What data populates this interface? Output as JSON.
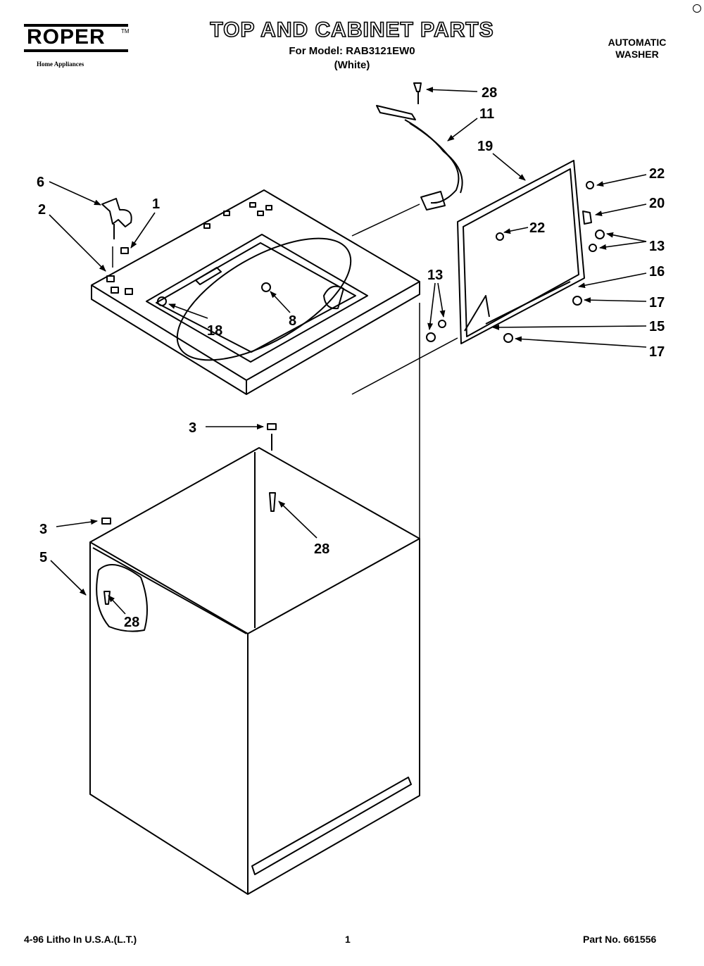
{
  "header": {
    "brand": "ROPER",
    "brand_tm": "TM",
    "brand_sub": "Home Appliances",
    "title": "TOP AND CABINET PARTS",
    "model_line": "For Model: RAB3121EW0",
    "color_line": "(White)",
    "product_line1": "AUTOMATIC",
    "product_line2": "WASHER"
  },
  "callouts": {
    "c_28_top": "28",
    "c_11": "11",
    "c_19": "19",
    "c_22_right": "22",
    "c_20": "20",
    "c_22_inner": "22",
    "c_13_right": "13",
    "c_16": "16",
    "c_17_upper": "17",
    "c_15": "15",
    "c_17_lower": "17",
    "c_13_left": "13",
    "c_6": "6",
    "c_1": "1",
    "c_2": "2",
    "c_18": "18",
    "c_8": "8",
    "c_3_upper": "3",
    "c_28_mid": "28",
    "c_3_left": "3",
    "c_5": "5",
    "c_28_low": "28"
  },
  "footer": {
    "litho": "4-96 Litho In U.S.A.(L.T.)",
    "page": "1",
    "part_no": "Part No. 661556"
  }
}
